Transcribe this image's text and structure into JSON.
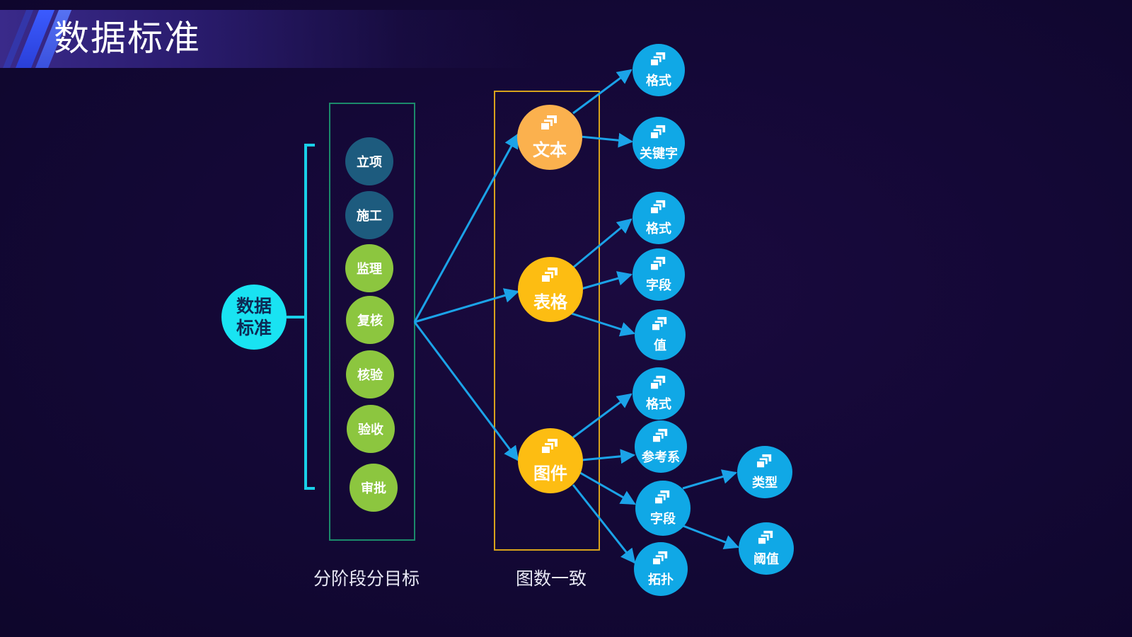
{
  "title": "数据标准",
  "root": {
    "line1": "数据",
    "line2": "标准"
  },
  "stages": [
    "立项",
    "施工",
    "监理",
    "复核",
    "核验",
    "验收",
    "审批"
  ],
  "categories": [
    "文本",
    "表格",
    "图件"
  ],
  "leaves": {
    "text": [
      "格式",
      "关键字"
    ],
    "table": [
      "格式",
      "字段",
      "值"
    ],
    "drawing": [
      "格式",
      "参考系",
      "字段",
      "拓扑"
    ],
    "drawing_field_children": [
      "类型",
      "阈值"
    ]
  },
  "captions": {
    "stages": "分阶段分目标",
    "categories": "图数一致"
  },
  "colors": {
    "background": "#130835",
    "root": "#19e3f2",
    "stage_dark": "#1d5b7e",
    "stage_green": "#8cc63f",
    "category_orange": "#fbb14e",
    "category_gold": "#fdbd12",
    "leaf_blue": "#10a8e6",
    "connector": "#1ba3e8",
    "bracket": "#19d0e8",
    "stage_frame": "#1b8a6b",
    "category_frame": "#d8a21c"
  },
  "icons": {
    "node": "copy-icon"
  }
}
